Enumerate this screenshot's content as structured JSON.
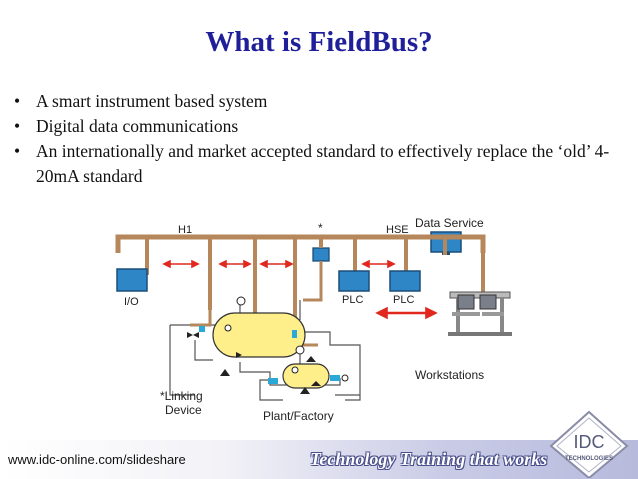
{
  "slide": {
    "title": "What is FieldBus?",
    "bullets": [
      {
        "symbol": "•",
        "text": "A smart instrument based system"
      },
      {
        "symbol": "•",
        "text": "Digital data communications"
      },
      {
        "symbol": "•",
        "text": "An internationally and market accepted standard to effectively replace the ‘old’ 4-20mA standard"
      }
    ]
  },
  "diagram": {
    "labels": {
      "data_service": "Data Service",
      "h1": "H1",
      "hse": "HSE",
      "linking_marker": "*",
      "io": "I/O",
      "plc_1": "PLC",
      "plc_2": "PLC",
      "workstations": "Workstations",
      "linking_device": "*Linking\nDevice",
      "plant_factory": "Plant/Factory"
    },
    "colors": {
      "bus": "#b6875a",
      "device_fill": "#2f86c6",
      "arrow": "#e0281e",
      "tank_fill": "#ffef8a",
      "pipe": "#555555"
    }
  },
  "footer": {
    "url": "www.idc-online.com/slideshare",
    "tagline": "Technology Training that works",
    "logo_text": "IDC",
    "logo_subtext": "TECHNOLOGIES"
  }
}
